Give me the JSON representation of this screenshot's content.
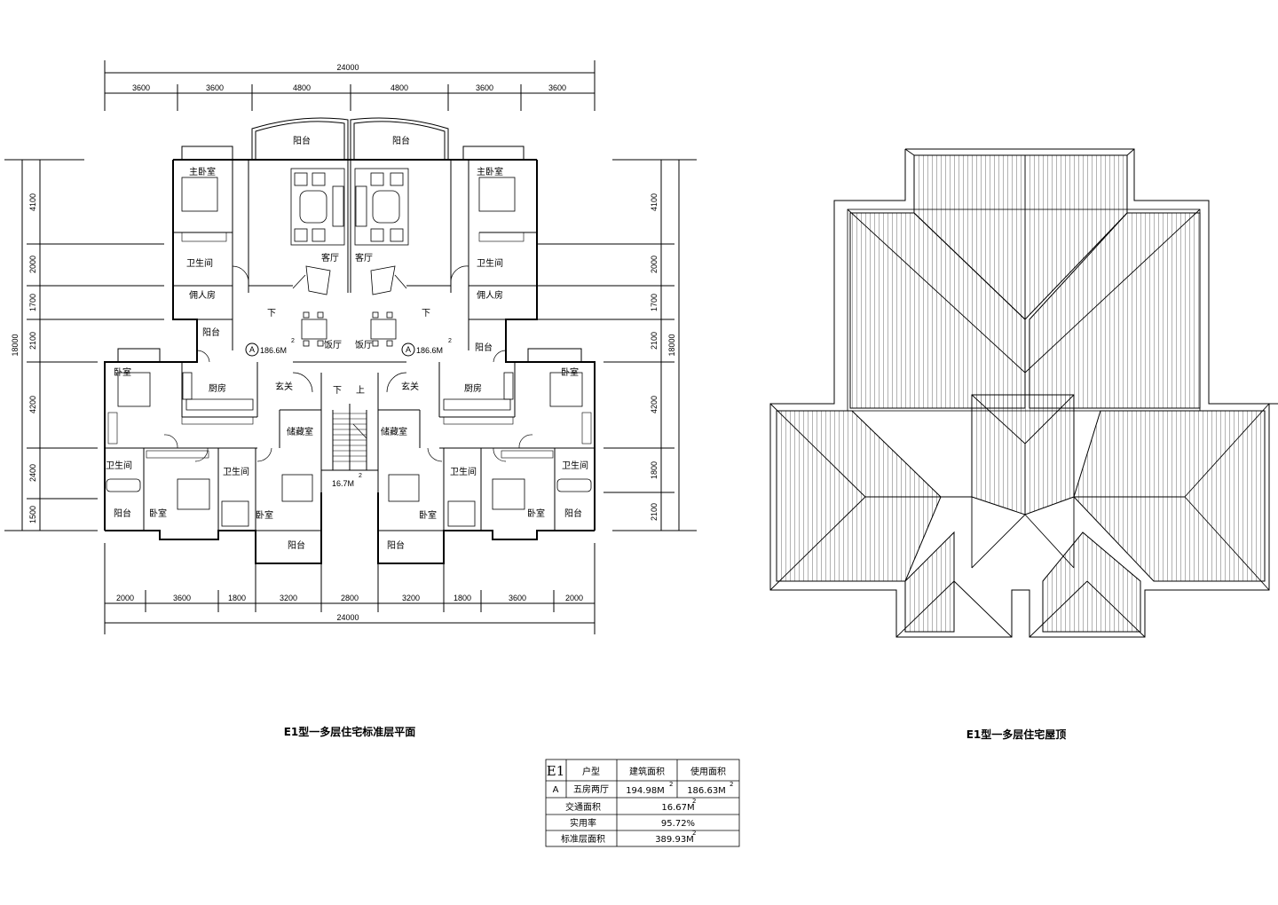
{
  "plan": {
    "title": "E1型一多层住宅标准层平面",
    "top_total": "24000",
    "bottom_total": "24000",
    "top_dims": [
      "3600",
      "3600",
      "4800",
      "4800",
      "3600",
      "3600"
    ],
    "bottom_dims": [
      "2000",
      "3600",
      "1800",
      "3200",
      "2800",
      "3200",
      "1800",
      "3600",
      "2000"
    ],
    "left_dims": [
      "4100",
      "2000",
      "1700",
      "2100",
      "4200",
      "2400",
      "1500"
    ],
    "left_total": "18000",
    "right_dims": [
      "4100",
      "2000",
      "1700",
      "2100",
      "4200",
      "1800",
      "2100"
    ],
    "right_total": "18000",
    "rooms": {
      "balcony": "阳台",
      "master_bedroom": "主卧室",
      "bathroom": "卫生间",
      "servant_room": "佣人房",
      "living_room": "客厅",
      "dining_room": "饭厅",
      "kitchen": "厨房",
      "bedroom": "卧室",
      "foyer": "玄关",
      "storage": "储藏室",
      "down": "下",
      "up": "上"
    },
    "unit_tag": "A",
    "unit_area": "186.6M",
    "superscript": "2",
    "stair_area": "16.7M"
  },
  "roof": {
    "title": "E1型一多层住宅屋顶"
  },
  "area_table": {
    "code": "E1",
    "headers": [
      "户型",
      "建筑面积",
      "使用面积"
    ],
    "unit_row": {
      "label": "A",
      "type": "五房两厅",
      "built": "194.98M",
      "usable": "186.63M"
    },
    "rows": [
      {
        "label": "交通面积",
        "value": "16.67M"
      },
      {
        "label": "实用率",
        "value": "95.72%"
      },
      {
        "label": "标准层面积",
        "value": "389.93M"
      }
    ],
    "superscript": "2"
  }
}
